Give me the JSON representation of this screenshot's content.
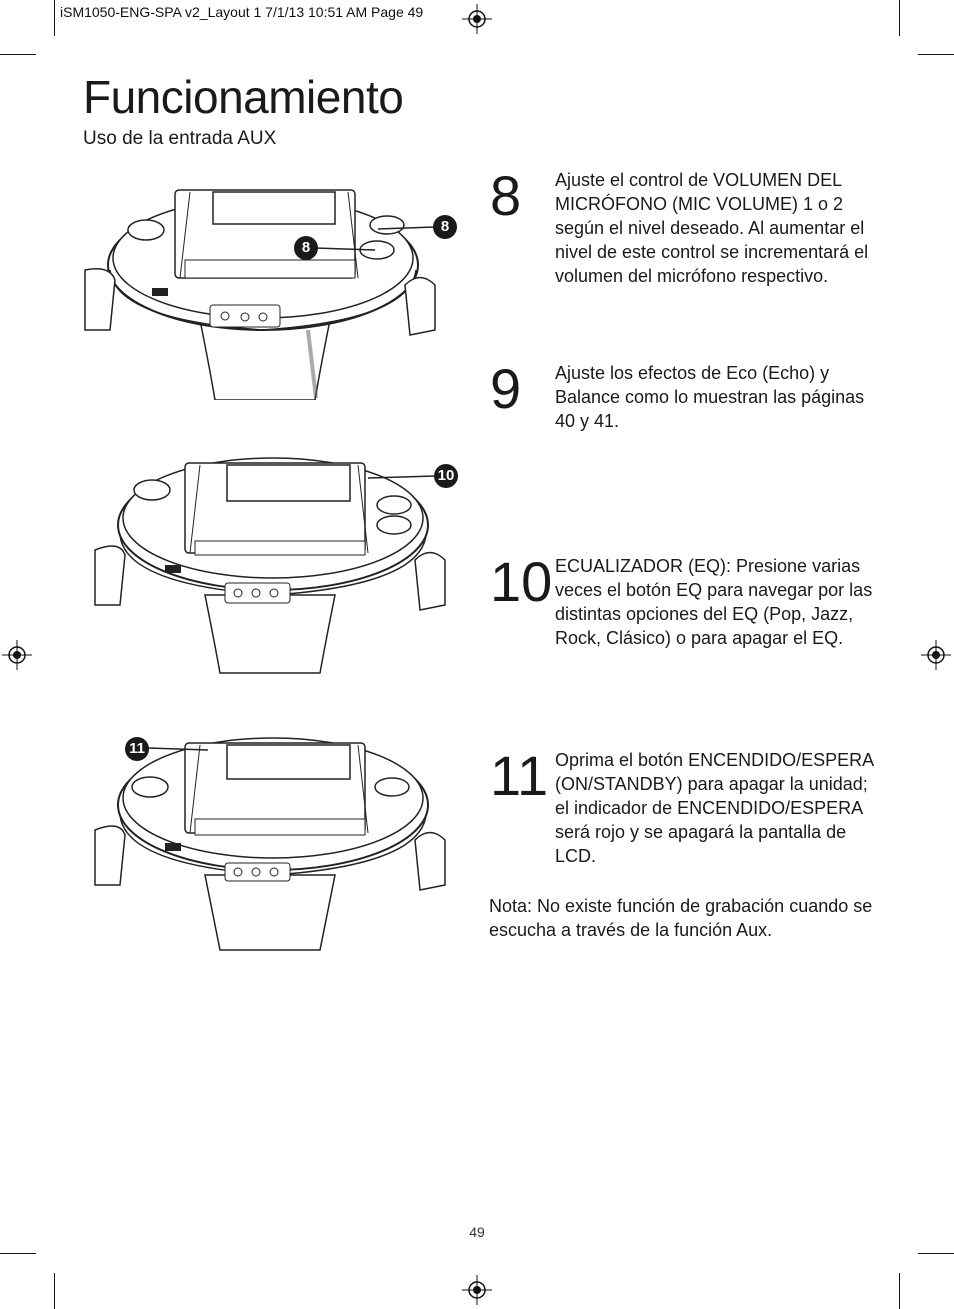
{
  "slug": "iSM1050-ENG-SPA v2_Layout 1  7/1/13  10:51 AM  Page 49",
  "title": "Funcionamiento",
  "subtitle": "Uso de la entrada AUX",
  "steps": [
    {
      "num": "8",
      "text": "Ajuste el control de VOLUMEN DEL MICRÓFONO (MIC VOLUME) 1 o 2 según el nivel deseado. Al aumentar el nivel de este control se incrementará el volumen del micrófono respectivo."
    },
    {
      "num": "9",
      "text": "Ajuste los efectos de Eco (Echo) y Balance como lo muestran las páginas 40 y 41."
    },
    {
      "num": "10",
      "text": "ECUALIZADOR (EQ): Presione varias veces el botón EQ para navegar por las distintas opciones del EQ (Pop, Jazz, Rock, Clásico) o para apagar el EQ."
    },
    {
      "num": "11",
      "text": "Oprima el botón ENCENDIDO/ESPERA (ON/STANDBY) para apagar la unidad; el indicador de ENCENDIDO/ESPERA será rojo y se apagará la pantalla de LCD."
    }
  ],
  "note": {
    "label": "Nota:",
    "text": " No existe función de grabación cuando se escucha a través de la función Aux."
  },
  "callouts": {
    "a": "8",
    "b": "8",
    "c": "10",
    "d": "11"
  },
  "page_number": "49"
}
